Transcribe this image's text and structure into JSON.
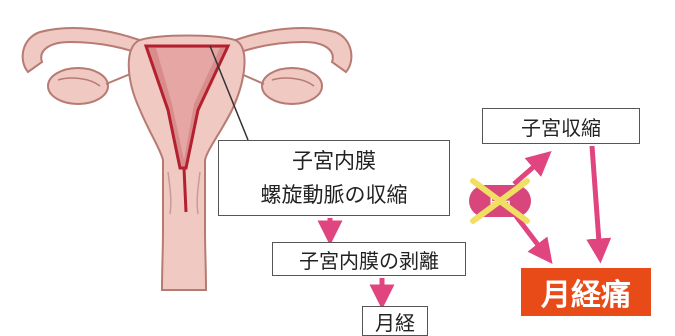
{
  "diagram": {
    "box_endometrium": {
      "line1": "子宮内膜",
      "line2": "螺旋動脈の収縮"
    },
    "box_endometrium_detach": "子宮内膜の剥離",
    "box_menstruation": "月経",
    "box_uterine_contraction": "子宮収縮",
    "box_dysmenorrhea": "月経痛",
    "blocked_label": "PG",
    "colors": {
      "arrow": "#e0457f",
      "cross": "#f1df63",
      "pain_bg": "#e84a18",
      "uterus_fill": "#efc9c2",
      "uterus_outline": "#b77b73",
      "endometrium": "#b5202f"
    }
  }
}
